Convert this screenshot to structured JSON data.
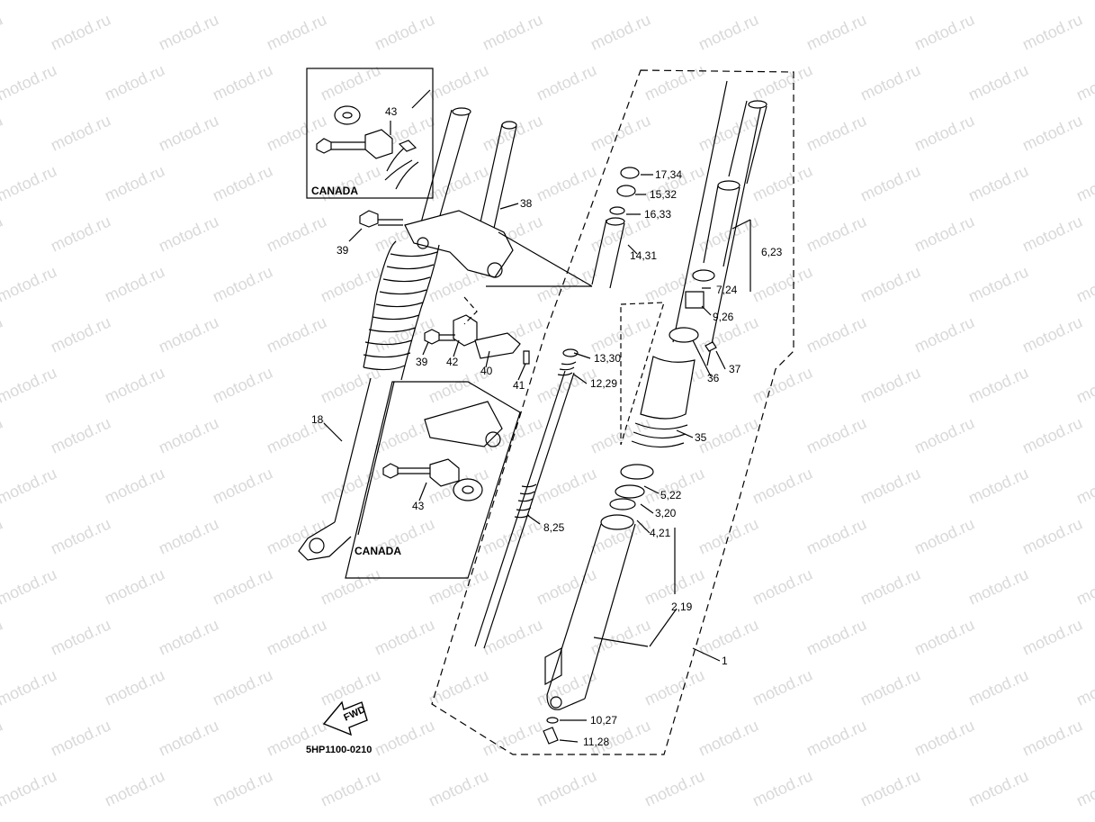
{
  "watermark": "motod.ru",
  "diagram_code": "5HP1100-0210",
  "fwd_label": "FWD",
  "inset_labels": [
    "CANADA",
    "CANADA"
  ],
  "callouts": [
    "43",
    "38",
    "39",
    "18",
    "39",
    "42",
    "40",
    "41",
    "43",
    "17,34",
    "15,32",
    "16,33",
    "14,31",
    "6,23",
    "7,24",
    "9,26",
    "13,30",
    "12,29",
    "36",
    "37",
    "35",
    "5,22",
    "3,20",
    "4,21",
    "8,25",
    "2,19",
    "1",
    "10,27",
    "11,28"
  ],
  "colors": {
    "line": "#000000",
    "watermark": "#d9d9d9"
  }
}
